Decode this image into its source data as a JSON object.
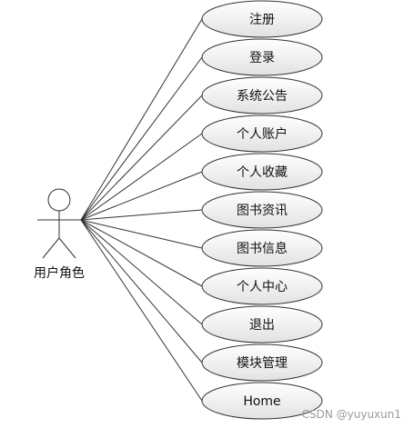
{
  "actor": {
    "label": "用户角色"
  },
  "use_cases": [
    {
      "label": "注册"
    },
    {
      "label": "登录"
    },
    {
      "label": "系统公告"
    },
    {
      "label": "个人账户"
    },
    {
      "label": "个人收藏"
    },
    {
      "label": "图书资讯"
    },
    {
      "label": "图书信息"
    },
    {
      "label": "个人中心"
    },
    {
      "label": "退出"
    },
    {
      "label": "模块管理"
    },
    {
      "label": "Home"
    }
  ],
  "watermark": "CSDN @yuyuxun1",
  "colors": {
    "ellipse_fill_top": "#ffffff",
    "ellipse_fill_bottom": "#e2e2e2",
    "stroke": "#333333"
  }
}
